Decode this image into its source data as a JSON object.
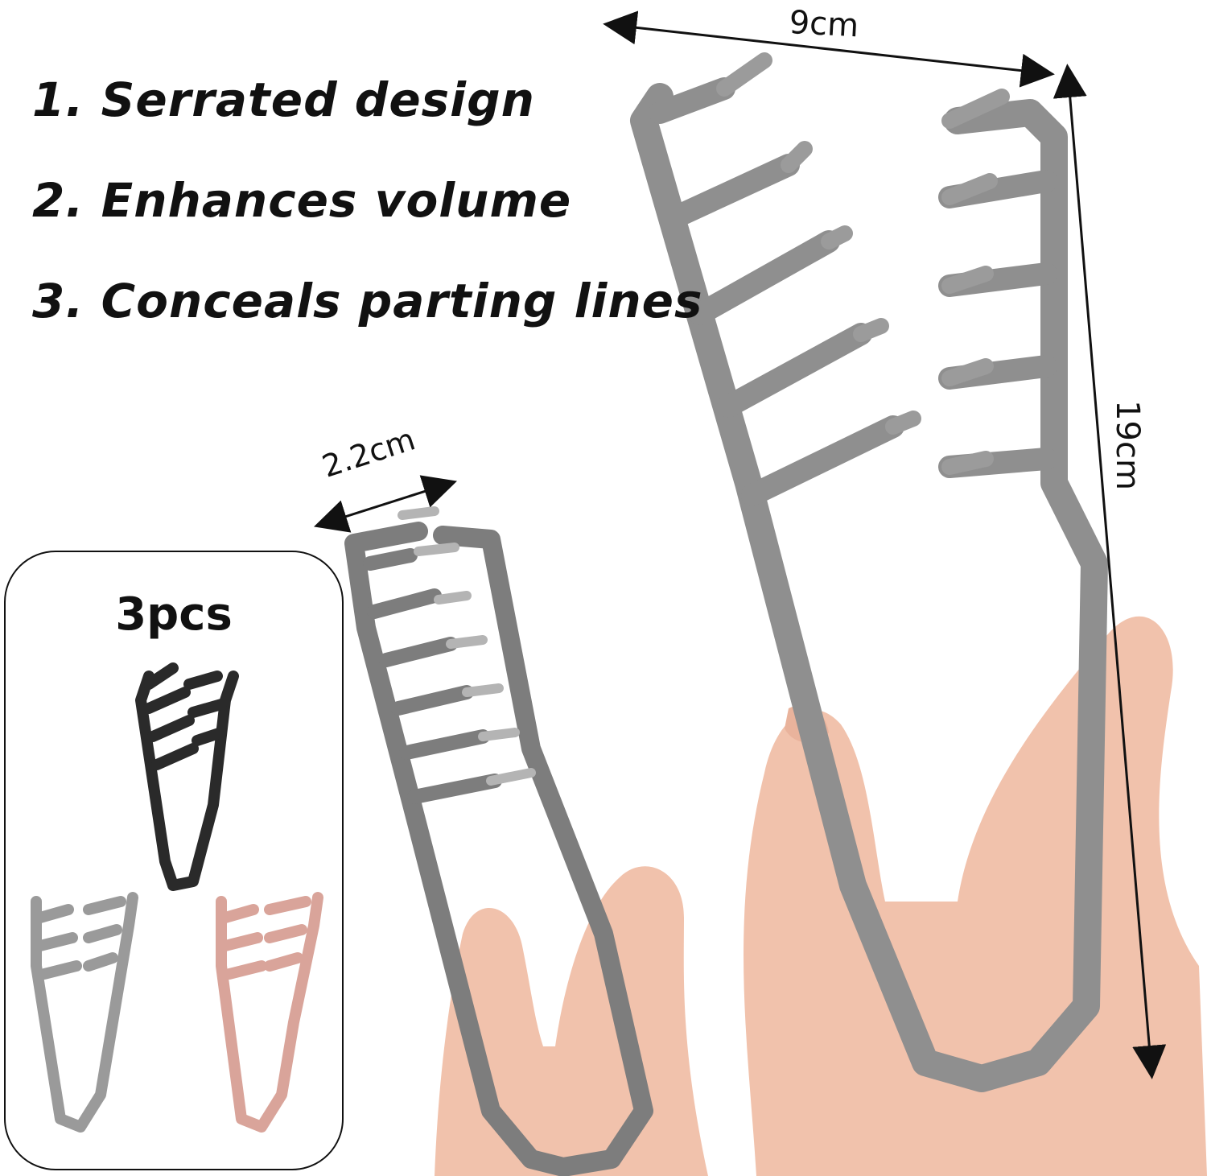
{
  "features": [
    "1. Serrated design",
    "2. Enhances volume",
    "3. Conceals parting lines"
  ],
  "dimensions": {
    "width": "9cm",
    "height": "19cm",
    "tooth": "2.2cm"
  },
  "pack": {
    "quantity": "3pcs",
    "variants": [
      "black",
      "grey",
      "pink"
    ]
  },
  "colors": {
    "comb_grey": "#8f8f8f",
    "comb_black": "#2a2a2a",
    "comb_pink": "#d9a49a",
    "skin": "#f1c2ac"
  }
}
